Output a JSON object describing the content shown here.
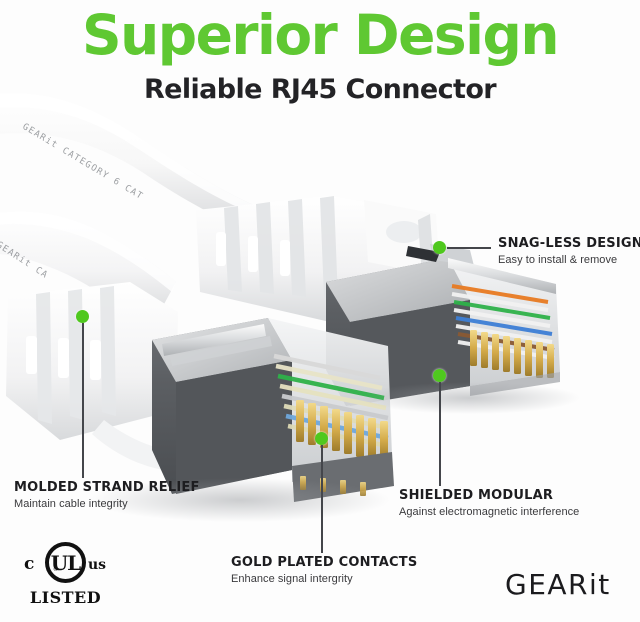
{
  "headline": "Superior Design",
  "subheadline": "Reliable RJ45 Connector",
  "colors": {
    "accent_green": "#5FC832",
    "dot_green": "#4FC81E",
    "text_dark": "#1d1d20",
    "background": "#fdfdfd",
    "shield_gray": "#5a5c60"
  },
  "callouts": [
    {
      "id": "snag-less-design",
      "title": "SNAG-LESS DESIGN",
      "subtitle": "Easy to install & remove"
    },
    {
      "id": "molded-strand-relief",
      "title": "MOLDED STRAND RELIEF",
      "subtitle": "Maintain cable integrity"
    },
    {
      "id": "gold-plated-contacts",
      "title": "GOLD PLATED CONTACTS",
      "subtitle": "Enhance signal intergrity"
    },
    {
      "id": "shielded-modular",
      "title": "SHIELDED MODULAR",
      "subtitle": "Against electromagnetic interference"
    }
  ],
  "certification": {
    "left_letter": "c",
    "mark": "UL",
    "registered": "®",
    "right_letter": "us",
    "status": "LISTED"
  },
  "logo": {
    "part1": "GEAR",
    "part2": "it"
  },
  "cable_print": {
    "line1": "GEARit CATEGORY 6 CAT",
    "line2": "GEARit CA"
  }
}
